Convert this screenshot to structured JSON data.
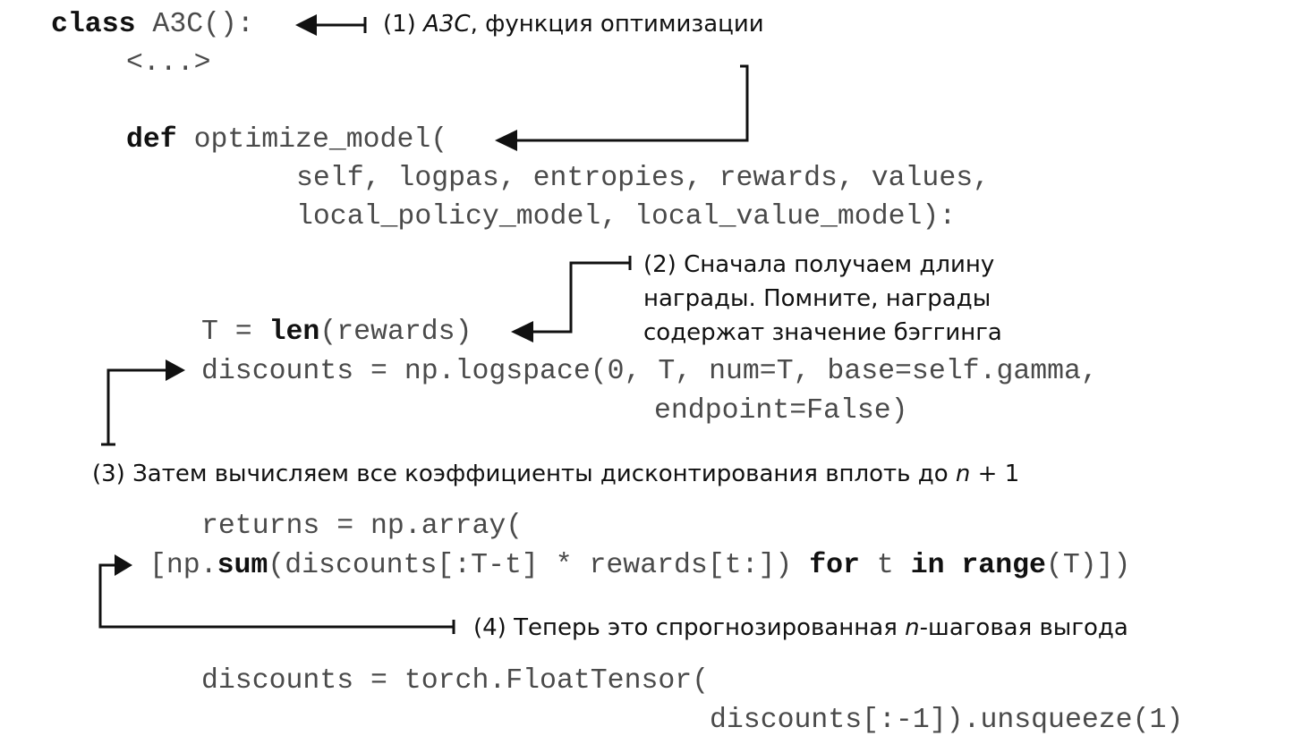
{
  "code": {
    "line1": {
      "kw": "class",
      "text": " A3C():"
    },
    "line2": "<...>",
    "line3": {
      "kw": "def",
      "text": " optimize_model("
    },
    "line4": "self, logpas, entropies, rewards, values,",
    "line5": "local_policy_model, local_value_model):",
    "line6": {
      "pre": "T = ",
      "kw": "len",
      "post": "(rewards)"
    },
    "line7": "discounts = np.logspace(0, T, num=T, base=self.gamma,",
    "line8": "endpoint=False)",
    "line9": "returns = np.array(",
    "line10": {
      "a": "[np.",
      "kw1": "sum",
      "b": "(discounts[:T-t] * rewards[t:]) ",
      "kw2": "for",
      "c": " t ",
      "kw3": "in",
      "d": " ",
      "kw4": "range",
      "e": "(T)])"
    },
    "line11": "discounts = torch.FloatTensor(",
    "line12": "discounts[:-1]).unsqueeze(1)"
  },
  "annotations": {
    "note1": {
      "prefix": "(1) ",
      "italic": "A3C",
      "rest": ", функция оптимизации"
    },
    "note2": [
      "(2) Сначала получаем длину",
      "награды. Помните, награды",
      "содержат значение бэггинга"
    ],
    "note3": {
      "prefix": "(3) Затем вычисляем все коэффициенты дисконтирования вплоть до ",
      "italic": "n",
      "rest": " + 1"
    },
    "note4": {
      "prefix": "(4) Теперь это спрогнозированная ",
      "italic": "n",
      "rest": "-шаговая выгода"
    }
  },
  "colors": {
    "code": "#4a4a4a",
    "keyword": "#111111",
    "annotation": "#111111",
    "arrow": "#111111"
  }
}
